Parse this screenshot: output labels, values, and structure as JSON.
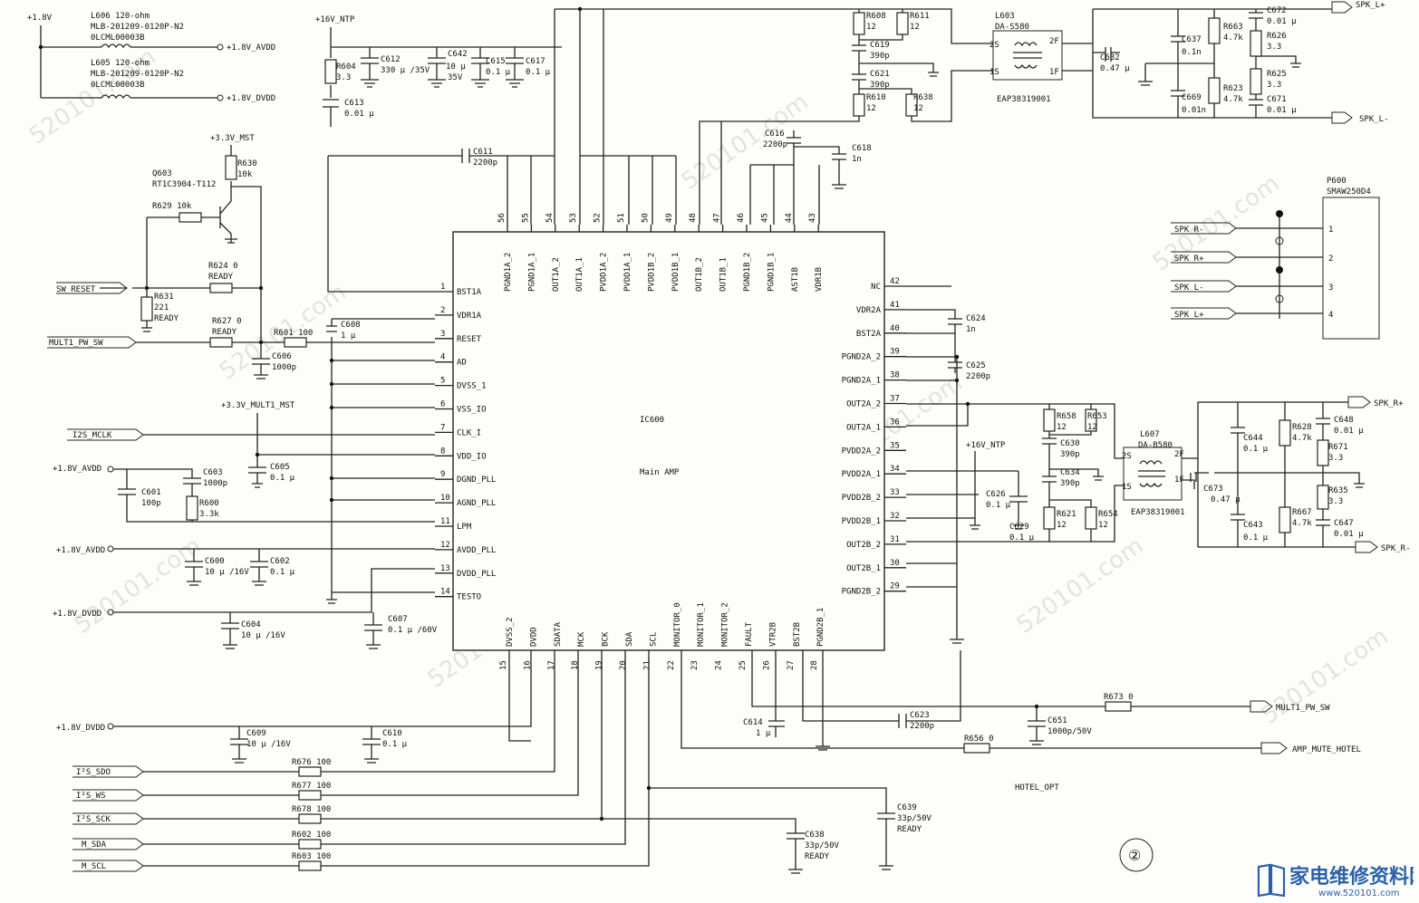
{
  "figure_number": "②",
  "watermark": "520101.com",
  "logo": {
    "text": "家电维修资料网",
    "url": "www.520101.com"
  },
  "ic": {
    "ref": "IC600",
    "name": "Main AMP",
    "pins_left": [
      {
        "n": "1",
        "name": "BST1A"
      },
      {
        "n": "2",
        "name": "VDR1A"
      },
      {
        "n": "3",
        "name": "RESET"
      },
      {
        "n": "4",
        "name": "AD"
      },
      {
        "n": "5",
        "name": "DVSS_1"
      },
      {
        "n": "6",
        "name": "VSS_IO"
      },
      {
        "n": "7",
        "name": "CLK_I"
      },
      {
        "n": "8",
        "name": "VDD_IO"
      },
      {
        "n": "9",
        "name": "DGND_PLL"
      },
      {
        "n": "10",
        "name": "AGND_PLL"
      },
      {
        "n": "11",
        "name": "LPM"
      },
      {
        "n": "12",
        "name": "AVDD_PLL"
      },
      {
        "n": "13",
        "name": "DVDD_PLL"
      },
      {
        "n": "14",
        "name": "TESTO"
      }
    ],
    "pins_top": [
      {
        "n": "56",
        "name": "PGND1A_2"
      },
      {
        "n": "55",
        "name": "PGND1A_1"
      },
      {
        "n": "54",
        "name": "OUT1A_2"
      },
      {
        "n": "53",
        "name": "OUT1A_1"
      },
      {
        "n": "52",
        "name": "PVDD1A_2"
      },
      {
        "n": "51",
        "name": "PVDD1A_1"
      },
      {
        "n": "50",
        "name": "PVDD1B_2"
      },
      {
        "n": "49",
        "name": "PVDD1B_1"
      },
      {
        "n": "48",
        "name": "OUT1B_2"
      },
      {
        "n": "47",
        "name": "OUT1B_1"
      },
      {
        "n": "46",
        "name": "PGND1B_2"
      },
      {
        "n": "45",
        "name": "PGND1B_1"
      },
      {
        "n": "44",
        "name": "AST1B"
      },
      {
        "n": "43",
        "name": "VDR1B"
      }
    ],
    "pins_right": [
      {
        "n": "42",
        "name": "NC"
      },
      {
        "n": "41",
        "name": "VDR2A"
      },
      {
        "n": "40",
        "name": "BST2A"
      },
      {
        "n": "39",
        "name": "PGND2A_2"
      },
      {
        "n": "38",
        "name": "PGND2A_1"
      },
      {
        "n": "37",
        "name": "OUT2A_2"
      },
      {
        "n": "36",
        "name": "OUT2A_1"
      },
      {
        "n": "35",
        "name": "PVDD2A_2"
      },
      {
        "n": "34",
        "name": "PVDD2A_1"
      },
      {
        "n": "33",
        "name": "PVDD2B_2"
      },
      {
        "n": "32",
        "name": "PVDD2B_1"
      },
      {
        "n": "31",
        "name": "OUT2B_2"
      },
      {
        "n": "30",
        "name": "OUT2B_1"
      },
      {
        "n": "29",
        "name": "PGND2B_2"
      }
    ],
    "pins_bottom": [
      {
        "n": "15",
        "name": "DVSS_2"
      },
      {
        "n": "16",
        "name": "DVDD"
      },
      {
        "n": "17",
        "name": "SDATA"
      },
      {
        "n": "18",
        "name": "MCK"
      },
      {
        "n": "19",
        "name": "BCK"
      },
      {
        "n": "20",
        "name": "SDA"
      },
      {
        "n": "21",
        "name": "SCL"
      },
      {
        "n": "22",
        "name": "MONITOR_0"
      },
      {
        "n": "23",
        "name": "MONITOR_1"
      },
      {
        "n": "24",
        "name": "MONITOR_2"
      },
      {
        "n": "25",
        "name": "FAULT"
      },
      {
        "n": "26",
        "name": "VTR2B"
      },
      {
        "n": "27",
        "name": "BST2B"
      },
      {
        "n": "28",
        "name": "PGND2B_1"
      }
    ]
  },
  "nets": {
    "v18": "+1.8V",
    "v18_avdd": "+1.8V_AVDD",
    "v18_dvdd": "+1.8V_DVDD",
    "v16_ntp": "+16V_NTP",
    "v33_mst": "+3.3V_MST",
    "v33_mult1_mst": "+3.3V_MULT1_MST"
  },
  "ports": {
    "sw_reset": "SW_RESET",
    "mult1_pw_sw": "MULT1_PW_SW",
    "i2s_mclk": "I2S_MCLK",
    "i2s_sdo": "I²S_SDO",
    "i2s_ws": "I²S_WS",
    "i2s_sck": "I²S_SCK",
    "m_sda": "M_SDA",
    "m_scl": "M_SCL",
    "spk_l_plus": "SPK_L+",
    "spk_l_minus": "SPK_L-",
    "spk_r_plus": "SPK_R+",
    "spk_r_minus": "SPK_R-",
    "mult1_pw_sw_out": "MULT1_PW_SW",
    "amp_mute_hotel": "AMP_MUTE_HOTEL",
    "hotel_opt": "HOTEL_OPT"
  },
  "components": {
    "l606": {
      "ref": "L606 120-ohm",
      "part": "MLB-201209-0120P-N2",
      "code": "0LCML00003B"
    },
    "l605": {
      "ref": "L605 120-ohm",
      "part": "MLB-201209-0120P-N2",
      "code": "0LCML00003B"
    },
    "r604": {
      "ref": "R604",
      "val": "3.3"
    },
    "c612": {
      "ref": "C612",
      "val": "330 μ /35V"
    },
    "c642": {
      "ref": "C642",
      "val": "10 μ",
      "val2": "35V"
    },
    "c615": {
      "ref": "C615",
      "val": "0.1 μ"
    },
    "c617": {
      "ref": "C617",
      "val": "0.1 μ"
    },
    "c613": {
      "ref": "C613",
      "val": "0.01 μ"
    },
    "q603": {
      "ref": "Q603",
      "part": "RT1C3904-T112"
    },
    "r630": {
      "ref": "R630",
      "val": "10k"
    },
    "r629": {
      "ref": "R629 10k"
    },
    "r624": {
      "ref": "R624 0",
      "val": "READY"
    },
    "r631": {
      "ref": "R631",
      "val": "221",
      "val2": "READY"
    },
    "r627": {
      "ref": "R627 0",
      "val": "READY"
    },
    "r601": {
      "ref": "R601 100"
    },
    "c608": {
      "ref": "C608",
      "val": "1 μ"
    },
    "c606": {
      "ref": "C606",
      "val": "1000p"
    },
    "c611": {
      "ref": "C611",
      "val": "2200p"
    },
    "c605": {
      "ref": "C605",
      "val": "0.1 μ"
    },
    "c603": {
      "ref": "C603",
      "val": "1000p"
    },
    "c601": {
      "ref": "C601",
      "val": "100p"
    },
    "r600": {
      "ref": "R600",
      "val": "3.3k"
    },
    "c600": {
      "ref": "C600",
      "val": "10 μ /16V"
    },
    "c602": {
      "ref": "C602",
      "val": "0.1 μ"
    },
    "c604": {
      "ref": "C604",
      "val": "10 μ /16V"
    },
    "c607": {
      "ref": "C607",
      "val": "0.1 μ /60V"
    },
    "c609": {
      "ref": "C609",
      "val": "10 μ /16V"
    },
    "c610": {
      "ref": "C610",
      "val": "0.1 μ"
    },
    "r676": {
      "ref": "R676 100"
    },
    "r677": {
      "ref": "R677 100"
    },
    "r678": {
      "ref": "R678 100"
    },
    "r602": {
      "ref": "R602 100"
    },
    "r603": {
      "ref": "R603 100"
    },
    "c638": {
      "ref": "C638",
      "val": "33p/50V",
      "val2": "READY"
    },
    "c639": {
      "ref": "C639",
      "val": "33p/50V",
      "val2": "READY"
    },
    "c614": {
      "ref": "C614",
      "val": "1 μ"
    },
    "c623": {
      "ref": "C623",
      "val": "2200p"
    },
    "c651": {
      "ref": "C651",
      "val": "1000p/50V"
    },
    "r673": {
      "ref": "R673 0"
    },
    "r656": {
      "ref": "R656 0"
    },
    "r608": {
      "ref": "R608",
      "val": "12"
    },
    "r611": {
      "ref": "R611",
      "val": "12"
    },
    "c619": {
      "ref": "C619",
      "val": "390p"
    },
    "c621": {
      "ref": "C621",
      "val": "390p"
    },
    "r610": {
      "ref": "R610",
      "val": "12"
    },
    "r638": {
      "ref": "R638",
      "val": "12"
    },
    "l603": {
      "ref": "L603",
      "part": "DA-S580",
      "code": "EAP38319001"
    },
    "c632": {
      "ref": "C632",
      "val": "0.47 μ"
    },
    "c637": {
      "ref": "C637",
      "val": "0.1n"
    },
    "c669": {
      "ref": "C669",
      "val": "0.01n"
    },
    "r663": {
      "ref": "R663",
      "val": "4.7k"
    },
    "r623": {
      "ref": "R623",
      "val": "4.7k"
    },
    "c672": {
      "ref": "C672",
      "val": "0.01 μ"
    },
    "r626": {
      "ref": "R626",
      "val": "3.3"
    },
    "r625": {
      "ref": "R625",
      "val": "3.3"
    },
    "c671": {
      "ref": "C671",
      "val": "0.01 μ"
    },
    "c616": {
      "ref": "C616",
      "val": "2200p"
    },
    "c618": {
      "ref": "C618",
      "val": "1n"
    },
    "p600": {
      "ref": "P600",
      "part": "SMAW250D4",
      "pins": [
        "1",
        "2",
        "3",
        "4"
      ]
    },
    "c624": {
      "ref": "C624",
      "val": "1n"
    },
    "c625": {
      "ref": "C625",
      "val": "2200p"
    },
    "c626": {
      "ref": "C626",
      "val": "0.1 μ"
    },
    "c629": {
      "ref": "C629",
      "val": "0.1 μ"
    },
    "r658": {
      "ref": "R658",
      "val": "12"
    },
    "r653": {
      "ref": "R653",
      "val": "12"
    },
    "c630": {
      "ref": "C630",
      "val": "390p"
    },
    "c634": {
      "ref": "C634",
      "val": "390p"
    },
    "r621": {
      "ref": "R621",
      "val": "12"
    },
    "r654": {
      "ref": "R654",
      "val": "12"
    },
    "l607": {
      "ref": "L607",
      "part": "DA-B580",
      "code": "EAP38319001"
    },
    "c673": {
      "ref": "C673",
      "val": "0.47 μ"
    },
    "c644": {
      "ref": "C644",
      "val": "0.1 μ"
    },
    "c643": {
      "ref": "C643",
      "val": "0.1 μ"
    },
    "r628": {
      "ref": "R628",
      "val": "4.7k"
    },
    "r667": {
      "ref": "R667",
      "val": "4.7k"
    },
    "c648": {
      "ref": "C648",
      "val": "0.01 μ"
    },
    "r671": {
      "ref": "R671",
      "val": "3.3"
    },
    "r635": {
      "ref": "R635",
      "val": "3.3"
    },
    "c647": {
      "ref": "C647",
      "val": "0.01 μ"
    }
  },
  "transformer_pins": {
    "s2": "2S",
    "s1": "1S",
    "f2": "2F",
    "f1": "1F"
  }
}
